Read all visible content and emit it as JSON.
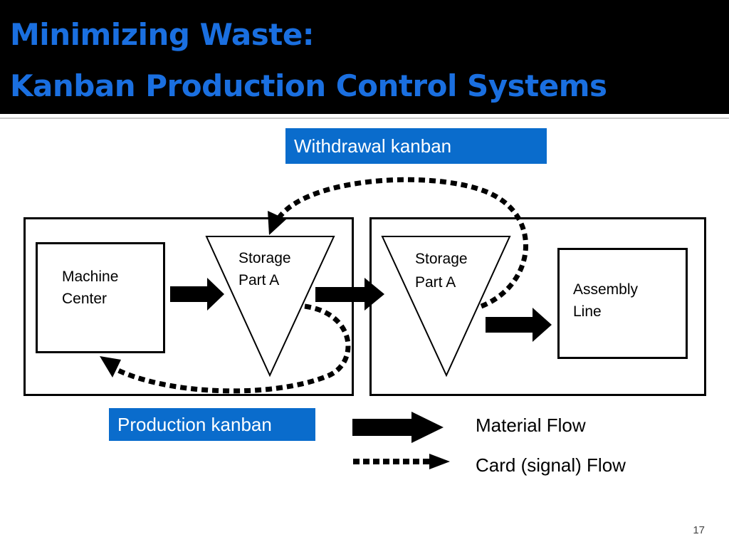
{
  "slide": {
    "title_line1": "Minimizing Waste:",
    "title_line2": "Kanban Production Control Systems",
    "page_number": "17"
  },
  "diagram": {
    "withdrawal_kanban": "Withdrawal kanban",
    "production_kanban": "Production kanban",
    "machine_center": "Machine\nCenter",
    "storage_left": "Storage\nPart A",
    "storage_right": "Storage\nPart A",
    "assembly_line": "Assembly\nLine"
  },
  "legend": {
    "material_flow": "Material Flow",
    "card_flow": "Card (signal) Flow"
  },
  "colors": {
    "title": "#1a6fe0",
    "kanban_box": "#0a6ccc",
    "title_background": "#000000"
  }
}
